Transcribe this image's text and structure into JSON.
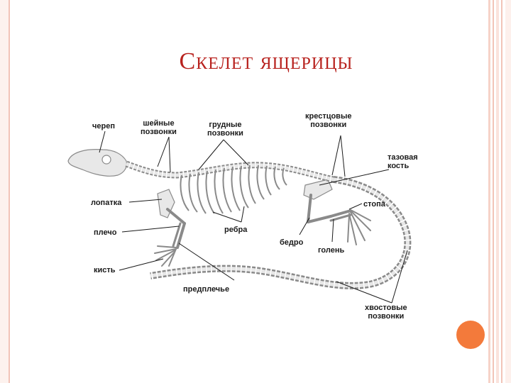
{
  "slide": {
    "title": "Скелет ящерицы"
  },
  "labels": {
    "skull": "череп",
    "cervical": "шейные\nпозвонки",
    "thoracic": "грудные\nпозвонки",
    "sacral": "крестцовые\nпозвонки",
    "pelvis": "тазовая\nкость",
    "scapula": "лопатка",
    "shoulder": "плечо",
    "hand": "кисть",
    "forearm": "предплечье",
    "ribs": "ребра",
    "femur": "бедро",
    "shin": "голень",
    "foot": "стопа",
    "caudal": "хвостовые\nпозвонки"
  },
  "colors": {
    "title": "#b8221e",
    "accent_dot": "#f37a3b",
    "frame_pink": "#f2c4b8",
    "bone_fill": "#e8e8e8",
    "bone_stroke": "#8a8a8a"
  }
}
